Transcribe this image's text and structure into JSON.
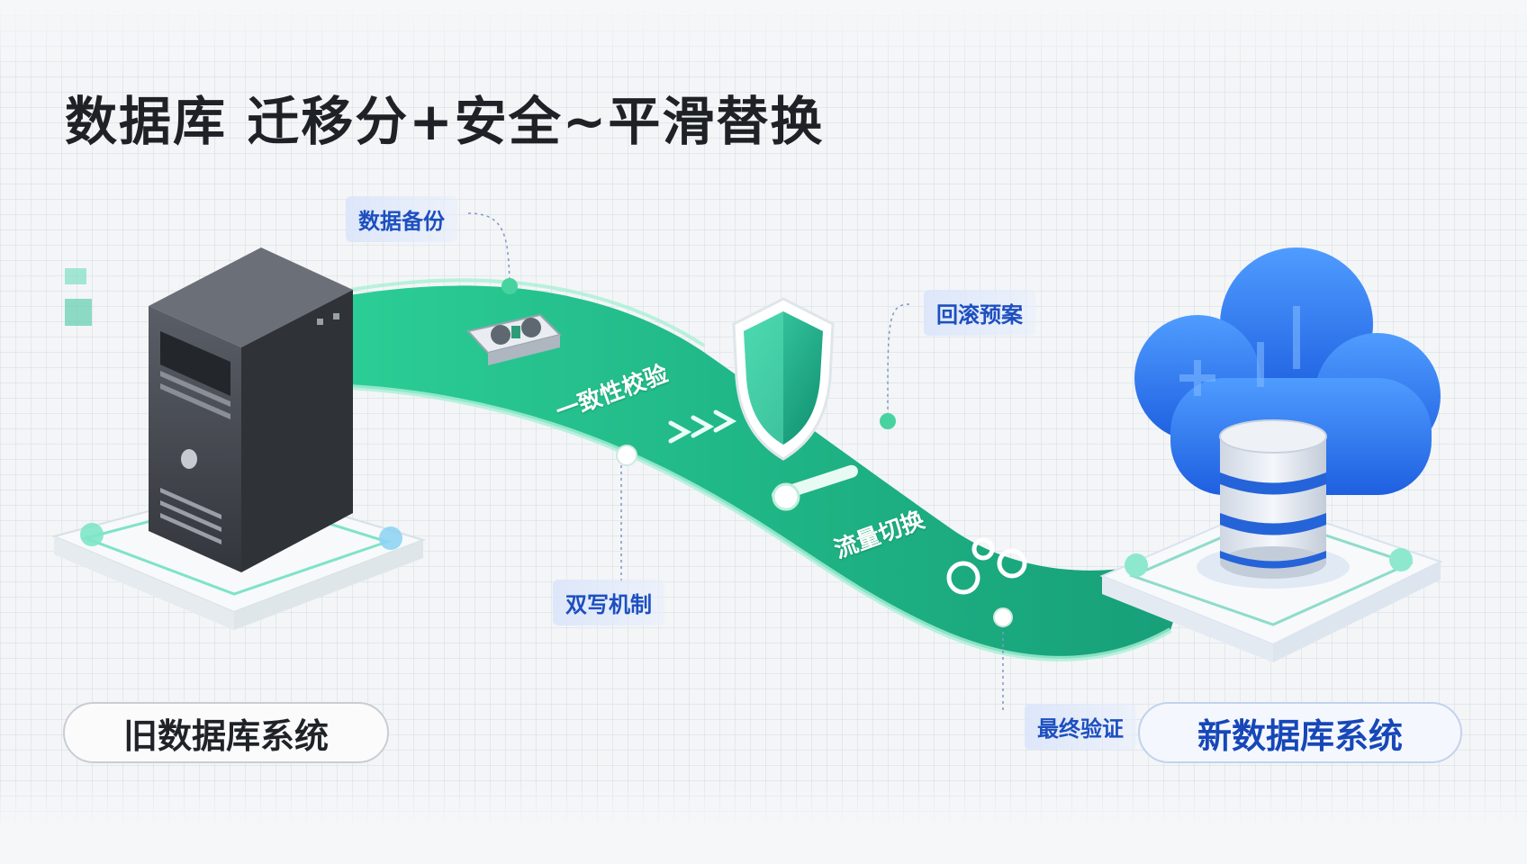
{
  "title": "数据库 迁移分+安全~平滑替换",
  "systems": {
    "old": "旧数据库系统",
    "new": "新数据库系统"
  },
  "steps": {
    "backup": "数据备份",
    "consistency": "一致性校验",
    "dual_write": "双写机制",
    "rollback": "回滚预案",
    "traffic_switch": "流量切换",
    "final_verify": "最终验证"
  },
  "colors": {
    "path_green": "#21b58a",
    "path_green_light": "#3fd6a3",
    "shield_green": "#1fae88",
    "cloud_blue": "#2f7ff0",
    "label_blue": "#1d4fbf",
    "server_dark": "#3e4148"
  }
}
